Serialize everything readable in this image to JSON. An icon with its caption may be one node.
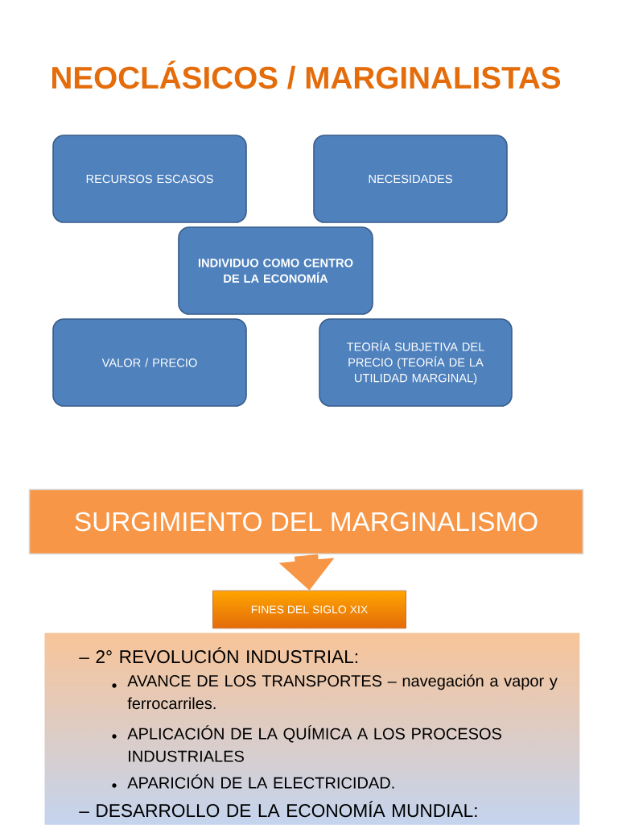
{
  "diagram": {
    "title": "NEOCLÁSICOS / MARGINALISTAS",
    "nodes": [
      {
        "text": [
          "RECURSOS ESCASOS"
        ]
      },
      {
        "text": [
          "NECESIDADES"
        ]
      },
      {
        "text": [
          "INDIVIDUO COMO CENTRO DE LA ECONOMÍA"
        ]
      },
      {
        "text": [
          "VALOR / PRECIO"
        ]
      },
      {
        "text": [
          "TEORÍA SUBJETIVA DEL PRECIO (TEORÍA DE LA UTILIDAD MARGINAL)"
        ]
      },
      {
        "text": [
          "SURGIMIENTO DEL MARGINALISMO"
        ]
      },
      {
        "text": [
          "FINES DEL SIGLO XIX"
        ]
      },
      {
        "text": [
          "– 2° REVOLUCIÓN INDUSTRIAL:",
          "AVANCE DE LOS TRANSPORTES – navegación a vapor y ferrocarriles.",
          "APLICACIÓN DE LA QUÍMICA A LOS PROCESOS INDUSTRIALES",
          "APARICIÓN DE LA ELECTRICIDAD.",
          "– DESARROLLO DE LA ECONOMÍA MUNDIAL:"
        ]
      }
    ],
    "edges": [
      {
        "from": 5,
        "to": 6,
        "arrow": "to"
      }
    ]
  }
}
